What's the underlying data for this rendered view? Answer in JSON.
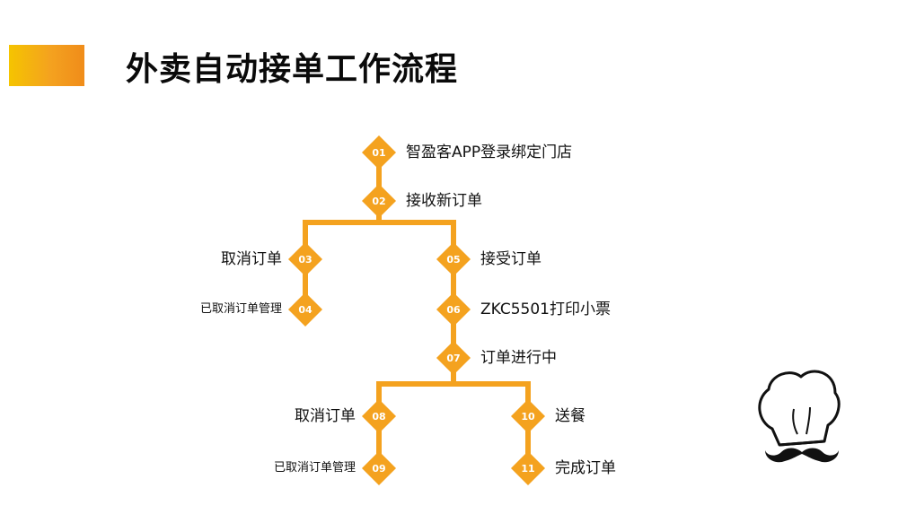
{
  "title": "外卖自动接单工作流程",
  "colors": {
    "accent": "#f4a21f",
    "text": "#111111"
  },
  "steps": [
    {
      "num": "01",
      "label": "智盈客APP登录绑定门店"
    },
    {
      "num": "02",
      "label": "接收新订单"
    },
    {
      "num": "03",
      "label": "取消订单"
    },
    {
      "num": "04",
      "label": "已取消订单管理"
    },
    {
      "num": "05",
      "label": "接受订单"
    },
    {
      "num": "06",
      "label": "ZKC5501打印小票"
    },
    {
      "num": "07",
      "label": "订单进行中"
    },
    {
      "num": "08",
      "label": "取消订单"
    },
    {
      "num": "09",
      "label": "已取消订单管理"
    },
    {
      "num": "10",
      "label": "送餐"
    },
    {
      "num": "11",
      "label": "完成订单"
    }
  ],
  "illustration": {
    "icon": "chef-hat-mustache-icon"
  }
}
